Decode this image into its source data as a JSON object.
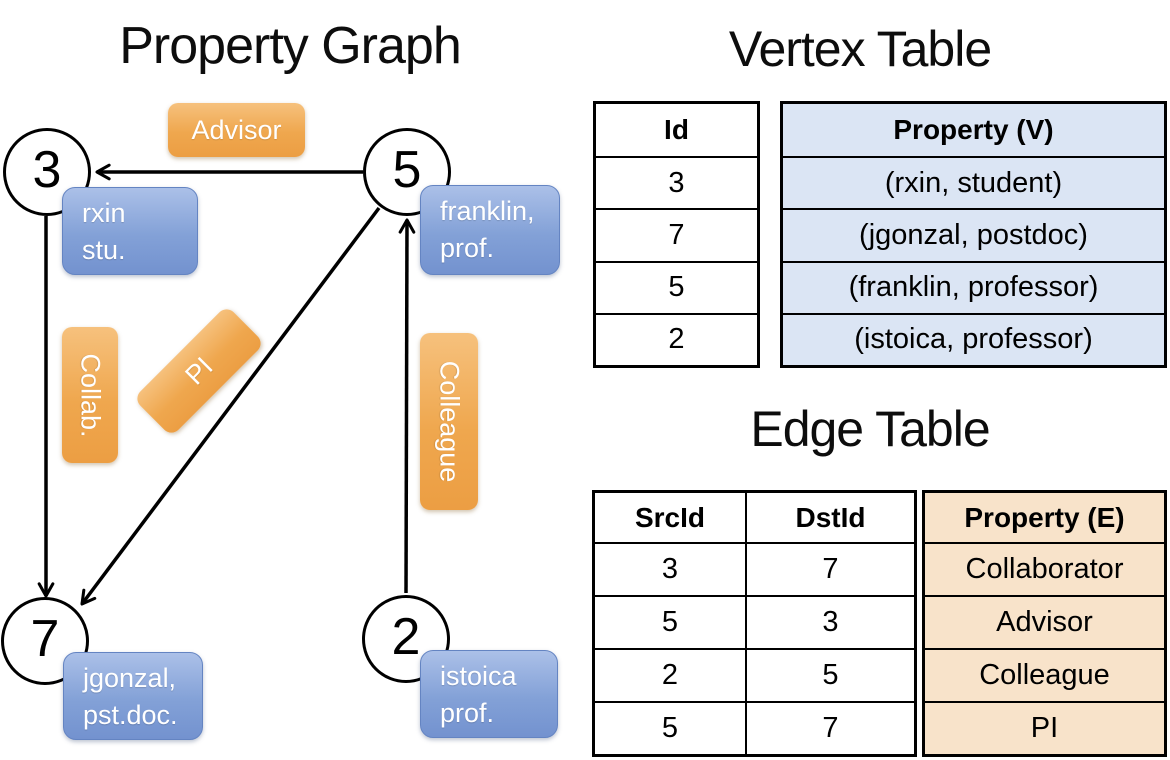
{
  "colors": {
    "edge_label_orange": "#efa74e",
    "vertex_box_blue": "#83a1d7",
    "vertex_property_bg": "#dbe5f4",
    "edge_property_bg": "#f8e3ca",
    "line_black": "#000000"
  },
  "property_graph": {
    "title": "Property Graph",
    "nodes": [
      {
        "id": "3"
      },
      {
        "id": "5"
      },
      {
        "id": "7"
      },
      {
        "id": "2"
      }
    ],
    "vertex_labels": [
      {
        "line1": "rxin",
        "line2": "stu."
      },
      {
        "line1": "franklin,",
        "line2": "prof."
      },
      {
        "line1": "jgonzal,",
        "line2": "pst.doc."
      },
      {
        "line1": "istoica",
        "line2": "prof."
      }
    ],
    "edge_labels": [
      {
        "text": "Advisor"
      },
      {
        "text": "Collab."
      },
      {
        "text": "PI"
      },
      {
        "text": "Colleague"
      }
    ]
  },
  "vertex_table": {
    "title": "Vertex Table",
    "headers": {
      "id": "Id",
      "property": "Property (V)"
    },
    "rows": [
      {
        "id": "3",
        "property": "(rxin, student)"
      },
      {
        "id": "7",
        "property": "(jgonzal, postdoc)"
      },
      {
        "id": "5",
        "property": "(franklin, professor)"
      },
      {
        "id": "2",
        "property": "(istoica, professor)"
      }
    ]
  },
  "edge_table": {
    "title": "Edge Table",
    "headers": {
      "src": "SrcId",
      "dst": "DstId",
      "property": "Property (E)"
    },
    "rows": [
      {
        "src": "3",
        "dst": "7",
        "property": "Collaborator"
      },
      {
        "src": "5",
        "dst": "3",
        "property": "Advisor"
      },
      {
        "src": "2",
        "dst": "5",
        "property": "Colleague"
      },
      {
        "src": "5",
        "dst": "7",
        "property": "PI"
      }
    ]
  }
}
